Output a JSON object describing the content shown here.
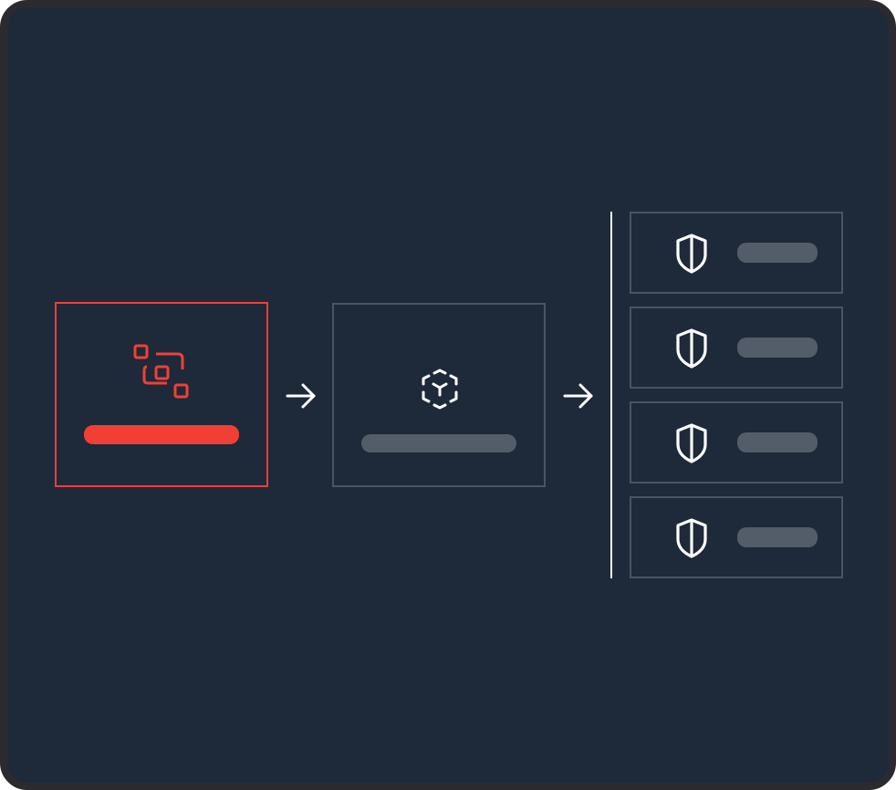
{
  "colors": {
    "frame_border": "#2b2b2f",
    "background": "#1e2939",
    "accent": "#f23f35",
    "box_border": "#4a5563",
    "placeholder": "#535d69",
    "icon": "#ffffff"
  },
  "diagram": {
    "source_node": {
      "icon": "scattered-squares-icon",
      "label_placeholder": "red-bar"
    },
    "process_node": {
      "icon": "dashed-cube-icon",
      "label_placeholder": "gray-bar"
    },
    "output_nodes": [
      {
        "icon": "shield-icon",
        "label_placeholder": "gray-bar"
      },
      {
        "icon": "shield-icon",
        "label_placeholder": "gray-bar"
      },
      {
        "icon": "shield-icon",
        "label_placeholder": "gray-bar"
      },
      {
        "icon": "shield-icon",
        "label_placeholder": "gray-bar"
      }
    ]
  }
}
